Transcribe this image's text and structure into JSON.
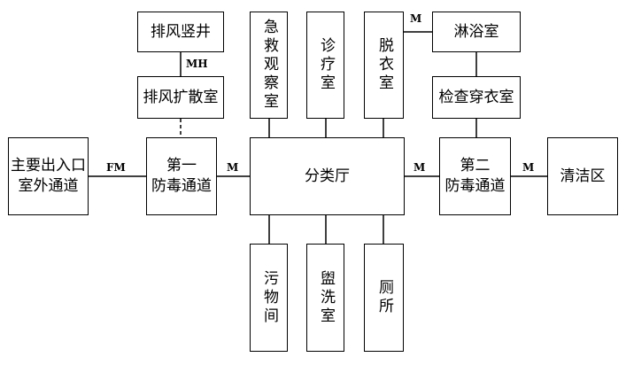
{
  "rooms": {
    "exhaust_shaft": "排风竖井",
    "exhaust_diffusion": "排风扩散室",
    "emergency_observation": "急救观察室",
    "consultation": "诊疗室",
    "undressing": "脱衣室",
    "shower": "淋浴室",
    "inspection_dressing": "检查穿衣室",
    "main_entrance": "主要出入口\n室外通道",
    "first_passage": "第一\n防毒通道",
    "triage_hall": "分类厅",
    "second_passage": "第二\n防毒通道",
    "clean_area": "清洁区",
    "sewage": "污物间",
    "washroom": "盥洗室",
    "toilet": "厕所"
  },
  "door_labels": {
    "mh": "MH",
    "fm": "FM",
    "m_first_triage": "M",
    "m_triage_second": "M",
    "m_second_clean": "M",
    "m_undress_shower": "M"
  },
  "colors": {
    "line": "#000000",
    "background": "#ffffff"
  }
}
